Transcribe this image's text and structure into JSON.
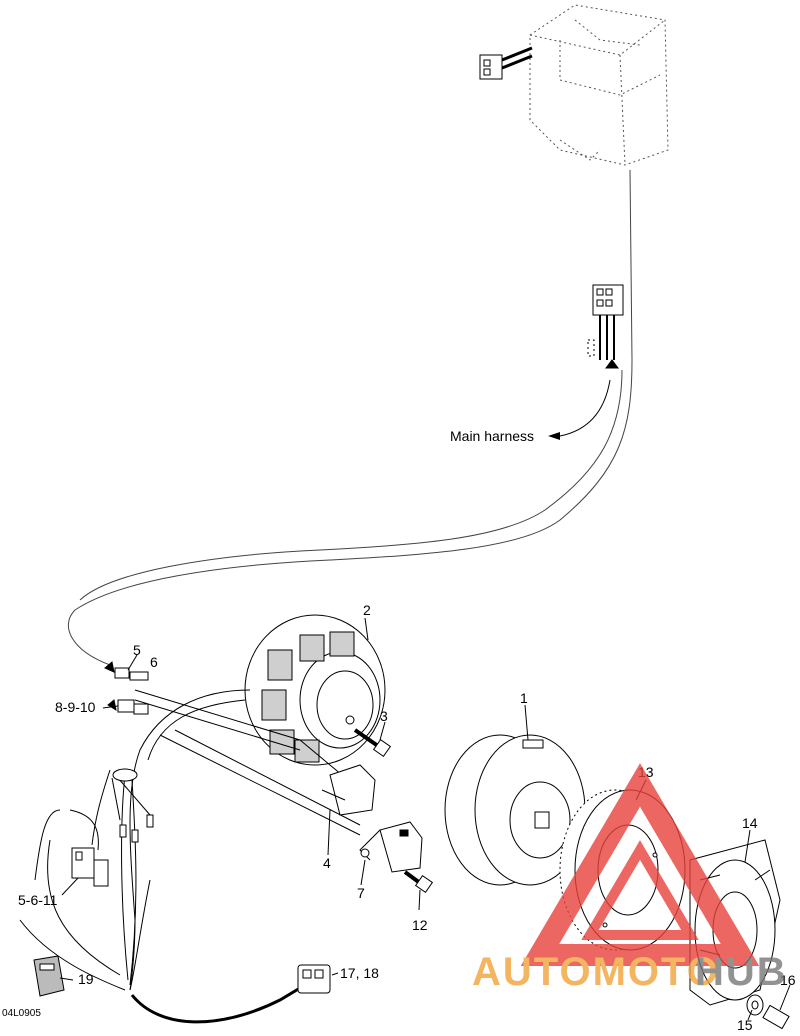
{
  "diagram": {
    "drawing_code": "04L0905",
    "harness_label": "Main harness",
    "callouts": {
      "c1": "1",
      "c2": "2",
      "c3": "3",
      "c4": "4",
      "c5": "5",
      "c6": "6",
      "c7": "7",
      "c8_9_10": "8-9-10",
      "c12": "12",
      "c13": "13",
      "c14": "14",
      "c15": "15",
      "c16": "16",
      "c5_6_11": "5-6-11",
      "c17_18": "17, 18",
      "c19": "19"
    }
  },
  "watermark": {
    "text_part1": "AUTOMOTO",
    "text_part2": "HUB",
    "colors": {
      "red": "#e8423b",
      "orange": "#f1a33a",
      "gray": "#777777"
    }
  }
}
